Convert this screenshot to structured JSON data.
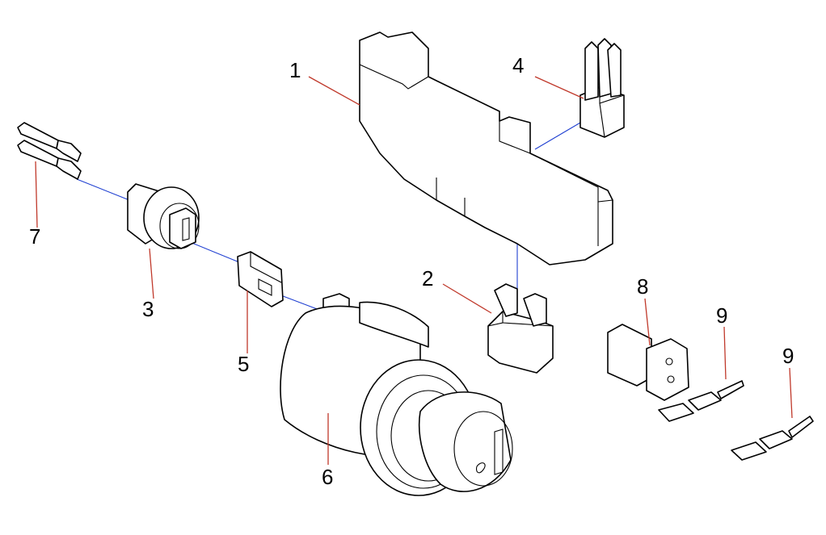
{
  "callouts": [
    {
      "id": "1",
      "label": "1"
    },
    {
      "id": "2",
      "label": "2"
    },
    {
      "id": "3",
      "label": "3"
    },
    {
      "id": "4",
      "label": "4"
    },
    {
      "id": "5",
      "label": "5"
    },
    {
      "id": "6",
      "label": "6"
    },
    {
      "id": "7",
      "label": "7"
    },
    {
      "id": "8",
      "label": "8"
    },
    {
      "id": "9a",
      "label": "9"
    },
    {
      "id": "9b",
      "label": "9"
    }
  ],
  "colors": {
    "outline": "#000000",
    "leader": "#c0392b",
    "axis": "#1f3fd1"
  }
}
